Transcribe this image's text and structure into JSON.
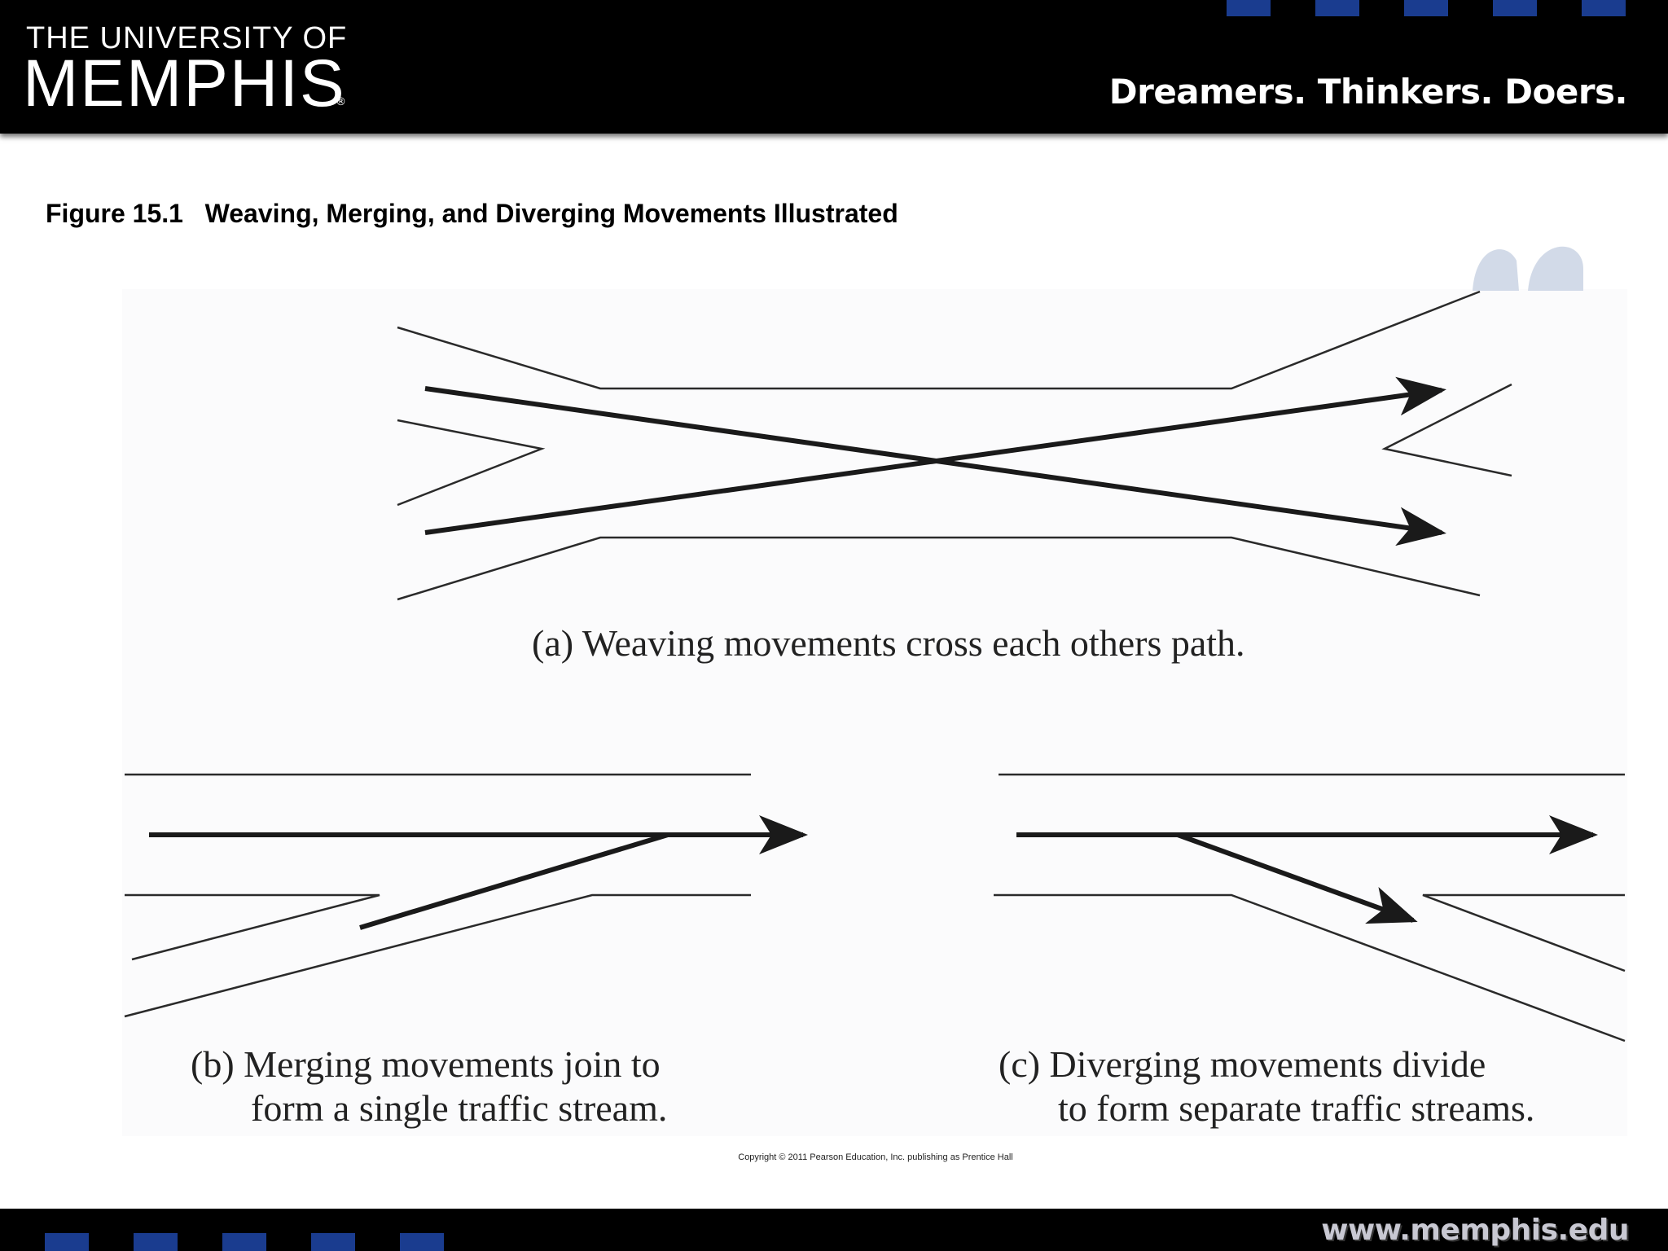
{
  "header": {
    "logo_line1": "THE UNIVERSITY OF",
    "logo_line2": "MEMPHIS",
    "logo_reg": "®",
    "tagline": "Dreamers. Thinkers. Doers.",
    "background_color": "#000000",
    "accent_color": "#1a3c8f"
  },
  "figure": {
    "title": "Figure 15.1   Weaving, Merging, and Diverging Movements Illustrated",
    "captions": {
      "a": "(a) Weaving movements cross each others path.",
      "b_line1": "(b) Merging movements join to",
      "b_line2": "form a single traffic stream.",
      "c_line1": "(c) Diverging movements divide",
      "c_line2": "to form separate traffic streams."
    },
    "copyright": "Copyright © 2011 Pearson Education, Inc. publishing as Prentice Hall"
  },
  "footer": {
    "url": "www.memphis.edu"
  }
}
